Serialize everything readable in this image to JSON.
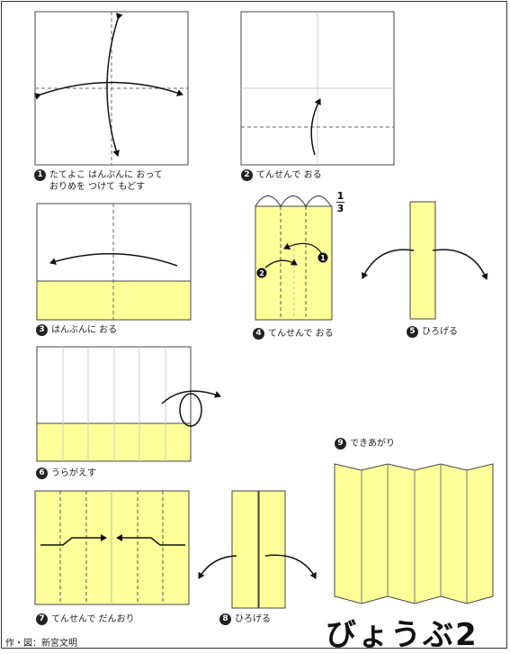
{
  "steps": [
    {
      "num": "1",
      "line1": "たてよこ はんぶんに おって",
      "line2": "おりめを つけて もどす"
    },
    {
      "num": "2",
      "line1": "てんせんで おる"
    },
    {
      "num": "3",
      "line1": "はんぶんに おる"
    },
    {
      "num": "4",
      "line1": "てんせんで おる"
    },
    {
      "num": "5",
      "line1": "ひろげる"
    },
    {
      "num": "6",
      "line1": "うらがえす"
    },
    {
      "num": "7",
      "line1": "てんせんで だんおり"
    },
    {
      "num": "8",
      "line1": "ひろげる"
    },
    {
      "num": "9",
      "line1": "できあがり"
    }
  ],
  "fraction": {
    "numerator": "1",
    "denominator": "3"
  },
  "step4_markers": {
    "a": "1",
    "b": "2"
  },
  "title": "びょうぶ2",
  "credit": "作・図：新宮文明",
  "colors": {
    "paper_yellow": "#ffff99",
    "line": "#555555"
  }
}
